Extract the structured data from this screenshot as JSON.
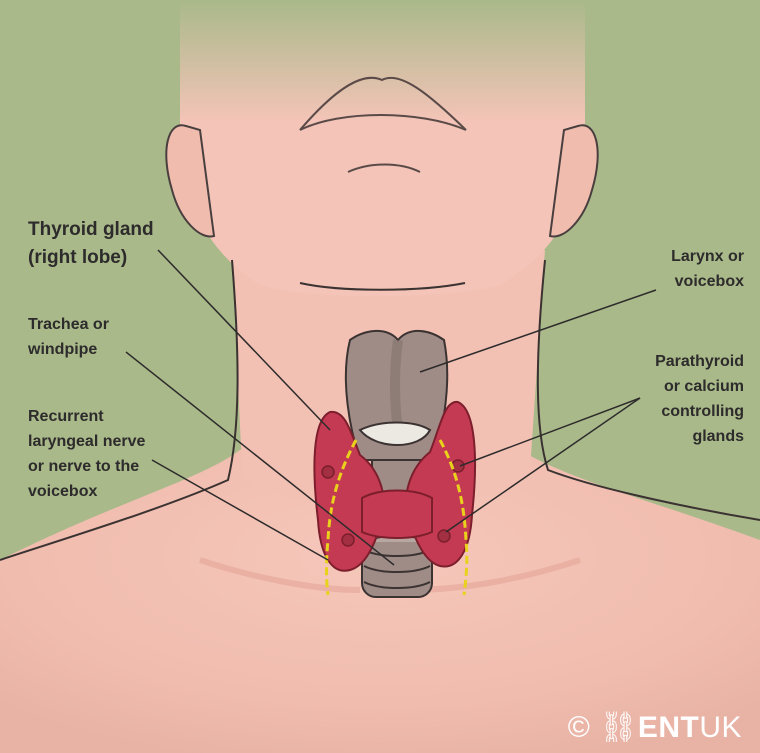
{
  "labels": {
    "thyroid": {
      "line1": "Thyroid gland",
      "line2": "(right lobe)"
    },
    "trachea": {
      "line1": "Trachea or",
      "line2": "windpipe"
    },
    "nerve": {
      "line1": "Recurrent",
      "line2": "laryngeal nerve",
      "line3": "or nerve to the",
      "line4": "voicebox"
    },
    "larynx": {
      "line1": "Larynx or",
      "line2": "voicebox"
    },
    "parathyroid": {
      "line1": "Parathyroid",
      "line2": "or calcium",
      "line3": "controlling",
      "line4": "glands"
    }
  },
  "watermark": {
    "symbol": "©",
    "brand": "ENT",
    "suffix": "UK"
  },
  "colors": {
    "background": "#a9b98a",
    "skin": "#f2c3b7",
    "thyroid": "#c43a52",
    "larynx": "#9f8c86",
    "nerve": "#e9d21b",
    "text": "#2d2b2b"
  }
}
